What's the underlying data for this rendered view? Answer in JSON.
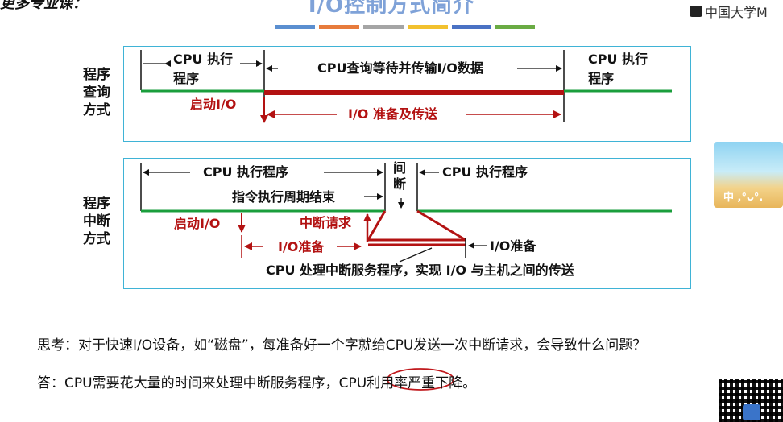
{
  "header": {
    "corner_text": "更多专业课：",
    "title": "I/O控制方式简介",
    "brand": "中国大学M",
    "color_bars": [
      "#5b8fd0",
      "#e77b3c",
      "#a5a5a5",
      "#f2c12e",
      "#4a72c4",
      "#6aab44"
    ]
  },
  "polling_panel": {
    "label_lines": [
      "程序",
      "查询",
      "方式"
    ],
    "cpu_exec_1": [
      "CPU 执行",
      "程序"
    ],
    "wait_text": "CPU查询等待并传输I/O数据",
    "cpu_exec_2": [
      "CPU  执行",
      "程序"
    ],
    "start_io": "启动I/O",
    "io_prepare": "I/O 准备及传送"
  },
  "interrupt_panel": {
    "label_lines": [
      "程序",
      "中断",
      "方式"
    ],
    "cpu_exec_1": "CPU  执行程序",
    "interrupt_lines": [
      "间",
      "断"
    ],
    "cpu_exec_2": "CPU  执行程序",
    "instr_end": "指令执行周期结束",
    "start_io": "启动I/O",
    "int_request": "中断请求",
    "io_prepare_left": "I/O准备",
    "io_prepare_right": "I/O准备",
    "isr_text": "CPU 处理中断服务程序，实现 I/O 与主机之间的传送"
  },
  "thinking": {
    "question": "思考：对于快速I/O设备，如“磁盘”，每准备好一个字就给CPU发送一次中断请求，会导致什么问题？",
    "answer_prefix": "答：CPU需要花大量的时间来处理中断服务程序，",
    "answer_highlight": "CPU利用率",
    "answer_suffix": "严重下降。"
  },
  "thumbnail": {
    "text": "中 ,°ᴗ°."
  },
  "colors": {
    "green": "#1a9e3c",
    "red": "#b31212",
    "panel_border": "#3fb3d6",
    "title": "#7fa2d8"
  }
}
